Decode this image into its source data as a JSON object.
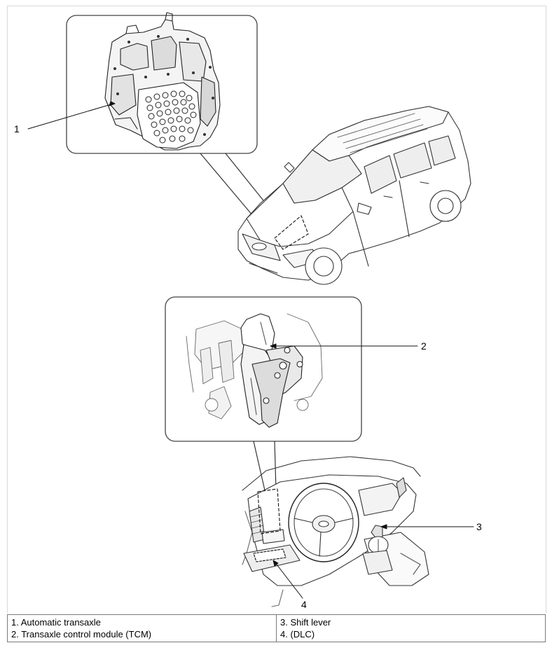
{
  "callouts": {
    "c1": "1",
    "c2": "2",
    "c3": "3",
    "c4": "4"
  },
  "legend": {
    "left": [
      "1. Automatic transaxle",
      "2. Transaxle control module (TCM)"
    ],
    "right": [
      "3. Shift lever",
      "4. (DLC)"
    ]
  },
  "icons": [
    "transaxle-illustration",
    "vehicle-illustration",
    "tcm-illustration",
    "dashboard-illustration"
  ]
}
